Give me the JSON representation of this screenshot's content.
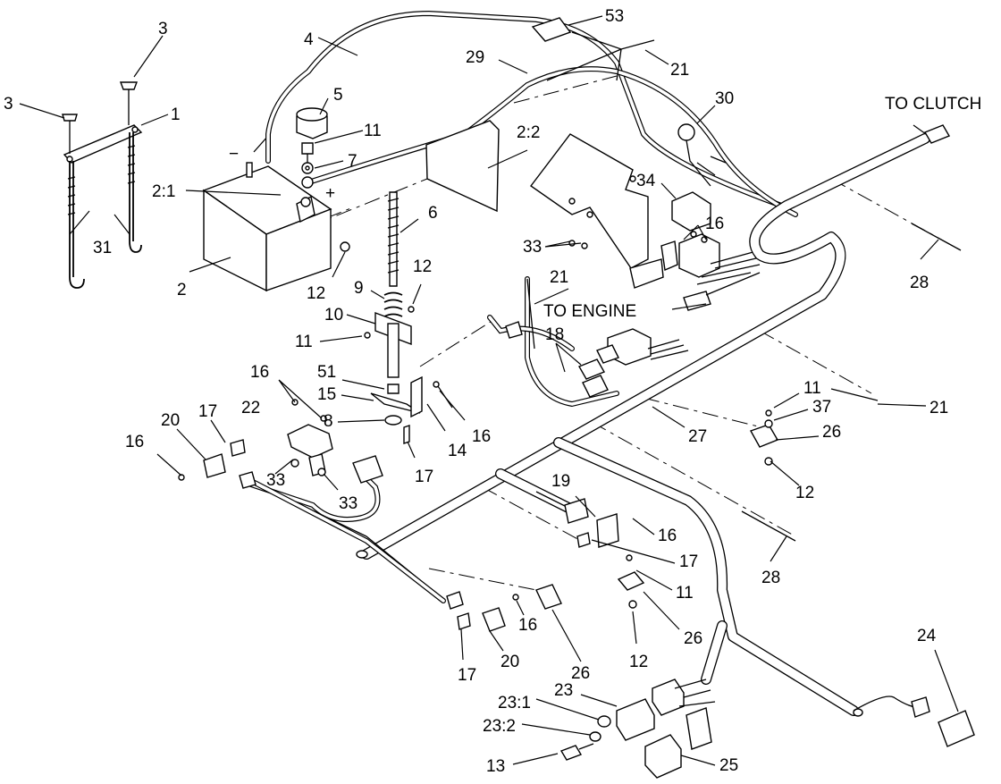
{
  "diagram": {
    "annotations": {
      "to_clutch": "TO CLUTCH",
      "to_engine": "TO ENGINE",
      "minus": "−",
      "plus": "+"
    },
    "callouts": [
      {
        "id": "c-3a",
        "text": "3"
      },
      {
        "id": "c-3b",
        "text": "3"
      },
      {
        "id": "c-1",
        "text": "1"
      },
      {
        "id": "c-4",
        "text": "4"
      },
      {
        "id": "c-53",
        "text": "53"
      },
      {
        "id": "c-21a",
        "text": "21"
      },
      {
        "id": "c-29",
        "text": "29"
      },
      {
        "id": "c-5",
        "text": "5"
      },
      {
        "id": "c-11a",
        "text": "11"
      },
      {
        "id": "c-7",
        "text": "7"
      },
      {
        "id": "c-2-2",
        "text": "2:2"
      },
      {
        "id": "c-30",
        "text": "30"
      },
      {
        "id": "c-2-1",
        "text": "2:1"
      },
      {
        "id": "c-31",
        "text": "31"
      },
      {
        "id": "c-6",
        "text": "6"
      },
      {
        "id": "c-34",
        "text": "34"
      },
      {
        "id": "c-16a",
        "text": "16"
      },
      {
        "id": "c-28a",
        "text": "28"
      },
      {
        "id": "c-2",
        "text": "2"
      },
      {
        "id": "c-12a",
        "text": "12"
      },
      {
        "id": "c-12b",
        "text": "12"
      },
      {
        "id": "c-9",
        "text": "9"
      },
      {
        "id": "c-33a",
        "text": "33"
      },
      {
        "id": "c-21b",
        "text": "21"
      },
      {
        "id": "c-10",
        "text": "10"
      },
      {
        "id": "c-11b",
        "text": "11"
      },
      {
        "id": "c-18",
        "text": "18"
      },
      {
        "id": "c-51",
        "text": "51"
      },
      {
        "id": "c-16b",
        "text": "16"
      },
      {
        "id": "c-15",
        "text": "15"
      },
      {
        "id": "c-22",
        "text": "22"
      },
      {
        "id": "c-8",
        "text": "8"
      },
      {
        "id": "c-16c",
        "text": "16"
      },
      {
        "id": "c-14",
        "text": "14"
      },
      {
        "id": "c-17a",
        "text": "17"
      },
      {
        "id": "c-20a",
        "text": "20"
      },
      {
        "id": "c-16d",
        "text": "16"
      },
      {
        "id": "c-33b",
        "text": "33"
      },
      {
        "id": "c-33c",
        "text": "33"
      },
      {
        "id": "c-17b",
        "text": "17"
      },
      {
        "id": "c-27",
        "text": "27"
      },
      {
        "id": "c-11c",
        "text": "11"
      },
      {
        "id": "c-37",
        "text": "37"
      },
      {
        "id": "c-26a",
        "text": "26"
      },
      {
        "id": "c-21c",
        "text": "21"
      },
      {
        "id": "c-12c",
        "text": "12"
      },
      {
        "id": "c-19",
        "text": "19"
      },
      {
        "id": "c-16e",
        "text": "16"
      },
      {
        "id": "c-17c",
        "text": "17"
      },
      {
        "id": "c-28b",
        "text": "28"
      },
      {
        "id": "c-11d",
        "text": "11"
      },
      {
        "id": "c-26b",
        "text": "26"
      },
      {
        "id": "c-12d",
        "text": "12"
      },
      {
        "id": "c-16f",
        "text": "16"
      },
      {
        "id": "c-20b",
        "text": "20"
      },
      {
        "id": "c-17d",
        "text": "17"
      },
      {
        "id": "c-26c",
        "text": "26"
      },
      {
        "id": "c-24",
        "text": "24"
      },
      {
        "id": "c-23",
        "text": "23"
      },
      {
        "id": "c-23-1",
        "text": "23:1"
      },
      {
        "id": "c-23-2",
        "text": "23:2"
      },
      {
        "id": "c-13",
        "text": "13"
      },
      {
        "id": "c-25",
        "text": "25"
      }
    ]
  }
}
